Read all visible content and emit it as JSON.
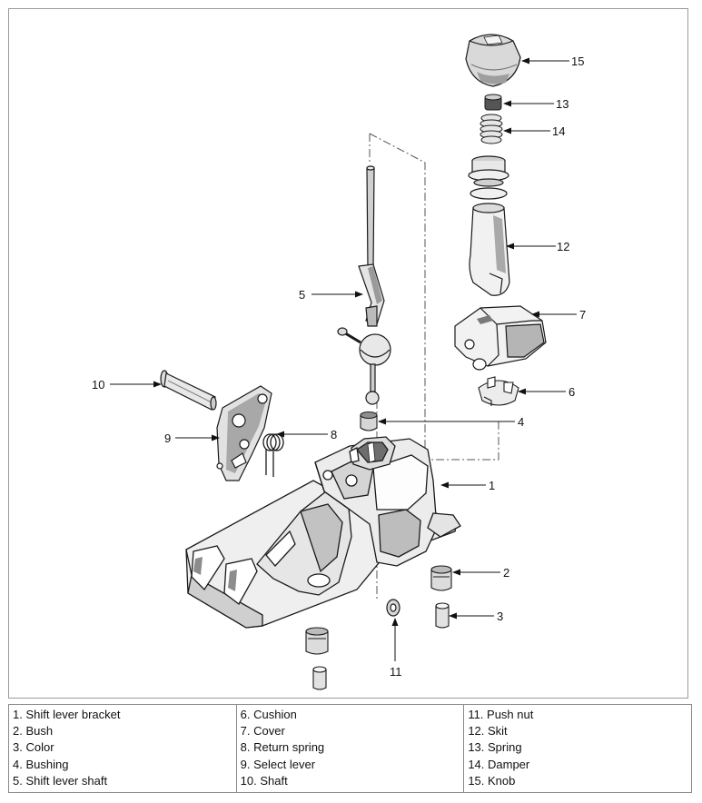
{
  "callouts": [
    "1",
    "2",
    "3",
    "4",
    "5",
    "6",
    "7",
    "8",
    "9",
    "10",
    "11",
    "12",
    "13",
    "14",
    "15"
  ],
  "legend": {
    "columns": [
      [
        "1. Shift lever bracket",
        "2. Bush",
        "3. Color",
        "4. Bushing",
        "5. Shift lever shaft"
      ],
      [
        "6. Cushion",
        "7. Cover",
        "8. Return spring",
        "9. Select lever",
        "10. Shaft"
      ],
      [
        "11. Push nut",
        "12. Skit",
        "13. Spring",
        "14. Damper",
        "15. Knob"
      ]
    ]
  },
  "colors": {
    "line": "#1a1a1a",
    "part_fill": "#f2f2f2",
    "part_shade": "#bdbdbd",
    "part_dark": "#6e6e6e",
    "frame": "#9a9a9a"
  }
}
